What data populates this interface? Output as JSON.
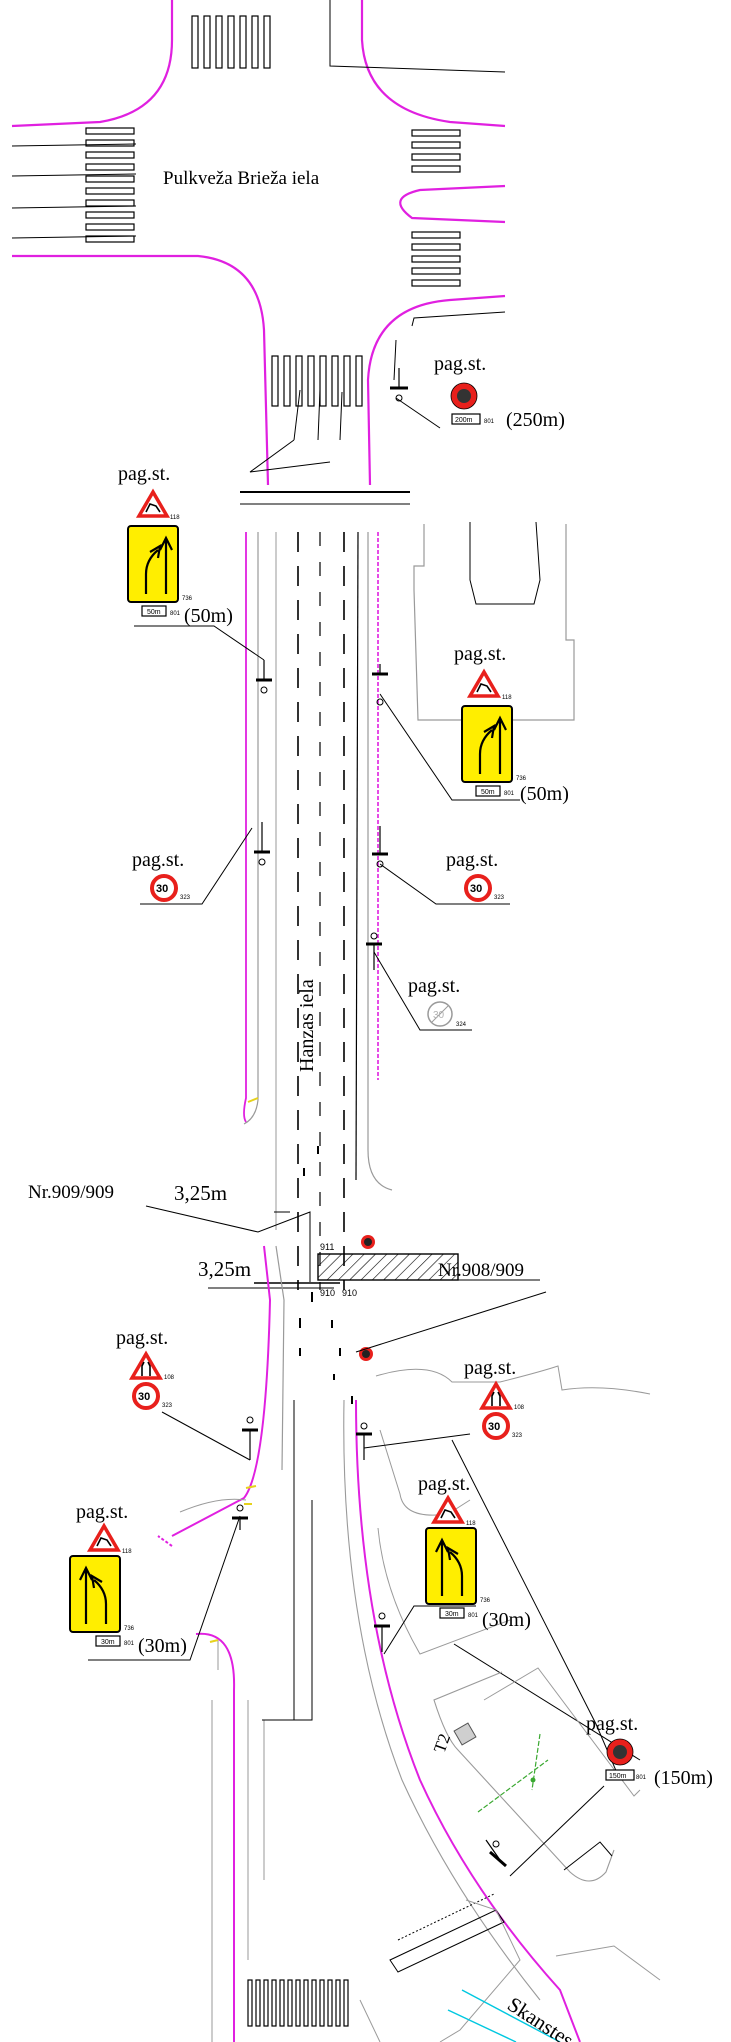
{
  "streets": {
    "top": "Pulkveža Brieža iela",
    "main": "Hanzas iela",
    "bottom": "Skanstes"
  },
  "sign_post_label": "pag.st.",
  "signs": [
    {
      "id": "s1",
      "codes": [
        "801"
      ],
      "plate": "200m",
      "distance": "(250m)"
    },
    {
      "id": "s2",
      "codes": [
        "118",
        "736",
        "801"
      ],
      "plate": "50m",
      "distance": "(50m)"
    },
    {
      "id": "s3",
      "codes": [
        "118",
        "736",
        "801"
      ],
      "plate": "50m",
      "distance": "(50m)"
    },
    {
      "id": "s4",
      "codes": [
        "323"
      ],
      "plate": "30",
      "distance": ""
    },
    {
      "id": "s5",
      "codes": [
        "323"
      ],
      "plate": "30",
      "distance": ""
    },
    {
      "id": "s6",
      "codes": [
        "324"
      ],
      "plate": "30",
      "distance": ""
    },
    {
      "id": "s7",
      "codes": [
        "108",
        "323"
      ],
      "plate": "30",
      "distance": ""
    },
    {
      "id": "s8",
      "codes": [
        "108",
        "323"
      ],
      "plate": "30",
      "distance": ""
    },
    {
      "id": "s9",
      "codes": [
        "118",
        "736",
        "801"
      ],
      "plate": "30m",
      "distance": "(30m)"
    },
    {
      "id": "s10",
      "codes": [
        "118",
        "736",
        "801"
      ],
      "plate": "30m",
      "distance": "(30m)"
    },
    {
      "id": "s11",
      "codes": [
        "801"
      ],
      "plate": "150m",
      "distance": "(150m)"
    }
  ],
  "dimensions": [
    "3,25m",
    "3,25m"
  ],
  "points": [
    "Nr.909/909",
    "Nr.908/909"
  ],
  "small_marks": [
    "911",
    "910",
    "910"
  ],
  "building": "T2",
  "colors": {
    "road_edge": "#e020e0",
    "warning_red": "#e8201c",
    "info_yellow": "#ffee00",
    "line": "#000000",
    "grey": "#9a9a9a",
    "cyan": "#00c8e0",
    "green": "#3aa830"
  }
}
